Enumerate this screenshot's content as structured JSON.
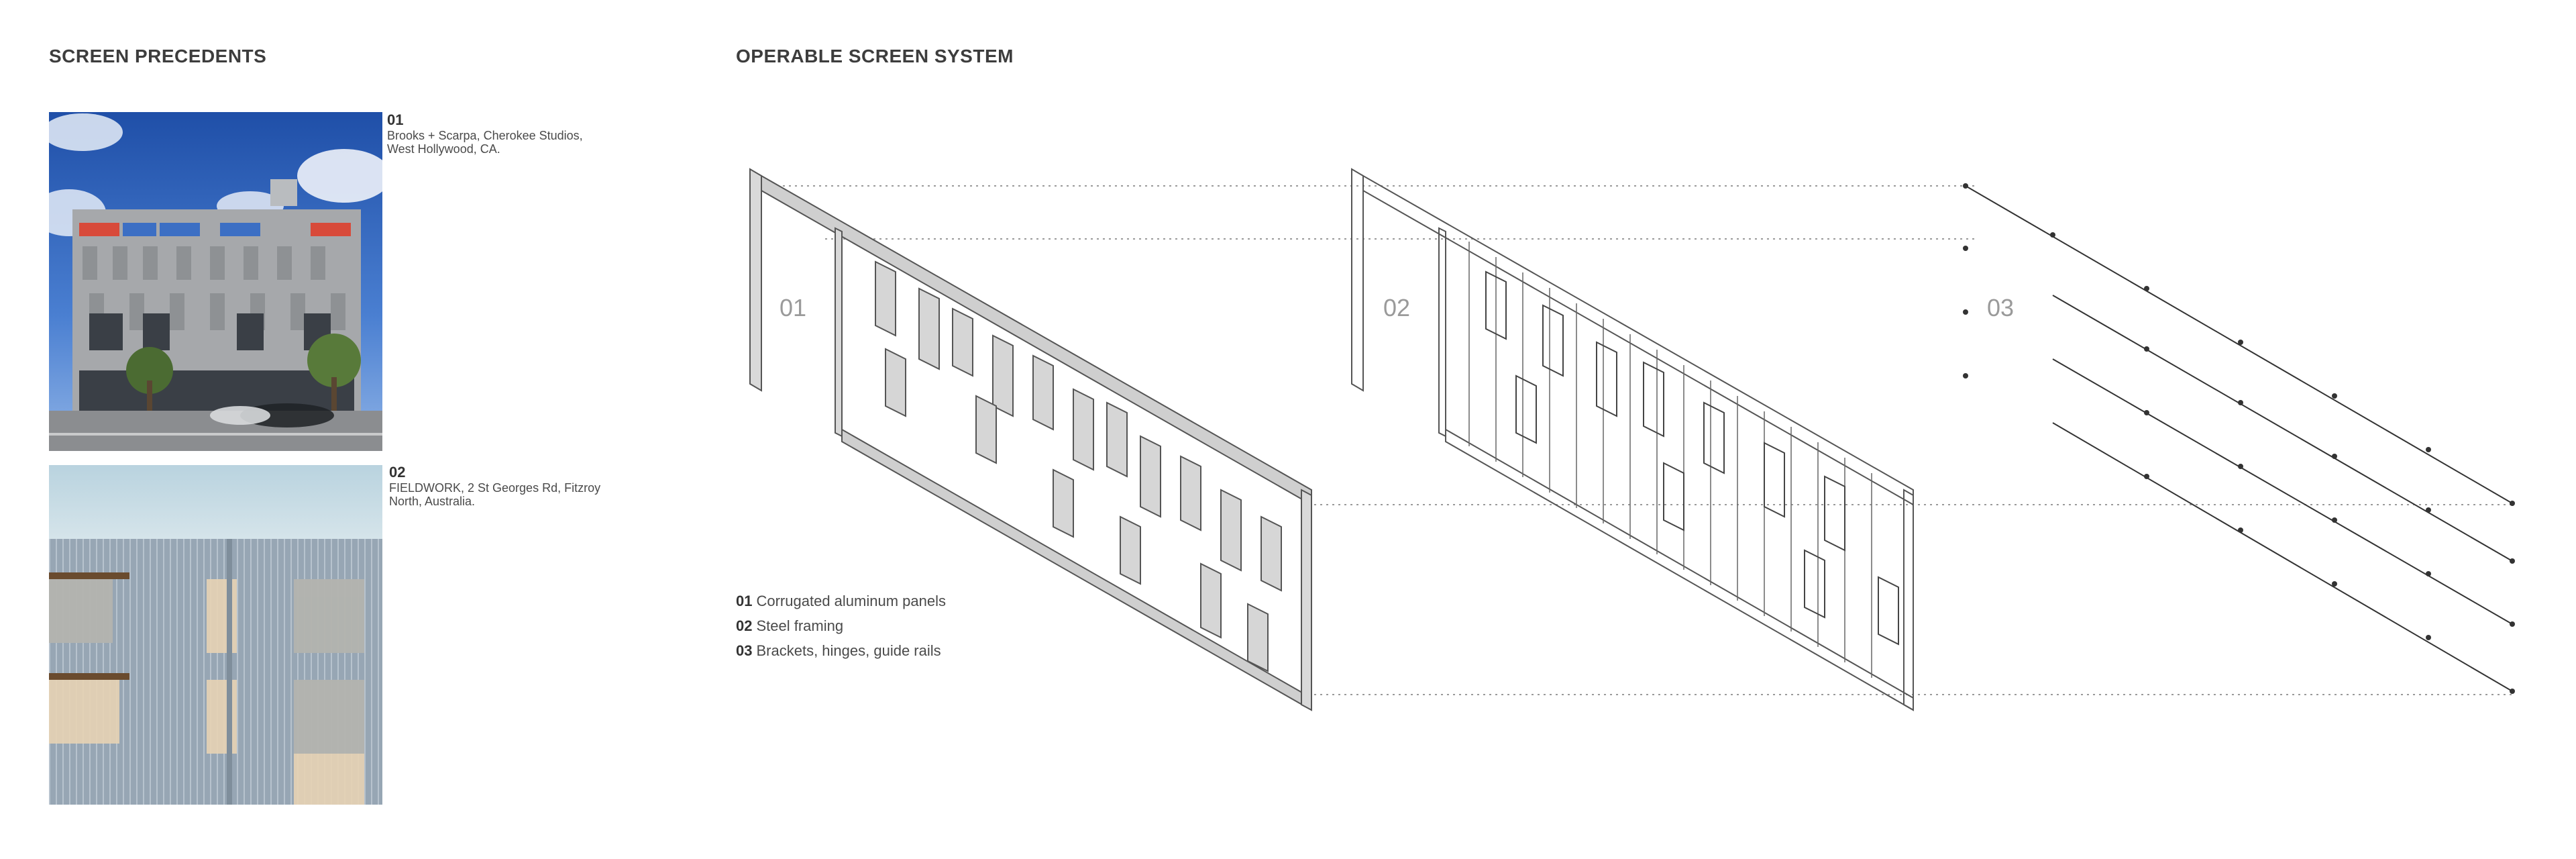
{
  "headings": {
    "precedents": "SCREEN PRECEDENTS",
    "system": "OPERABLE SCREEN SYSTEM"
  },
  "precedents": [
    {
      "num": "01",
      "text": "Brooks + Scarpa, Cherokee Studios, West Hollywood, CA."
    },
    {
      "num": "02",
      "text": "FIELDWORK, 2 St Georges Rd, Fitzroy North, Australia."
    }
  ],
  "system": {
    "labels": [
      "01",
      "02",
      "03"
    ],
    "legend": [
      {
        "num": "01",
        "text": "Corrugated aluminum panels"
      },
      {
        "num": "02",
        "text": "Steel framing"
      },
      {
        "num": "03",
        "text": "Brackets, hinges, guide rails"
      }
    ]
  },
  "colors": {
    "sky": "#2f5fb5",
    "building": "#a7a9ab",
    "panel_red": "#d84a3a",
    "panel_blue": "#3c6fc4",
    "cladding": "#97a6b4",
    "panel_fill": "#d6d6d6",
    "line": "#555555",
    "guide": "#9a9a9a"
  }
}
